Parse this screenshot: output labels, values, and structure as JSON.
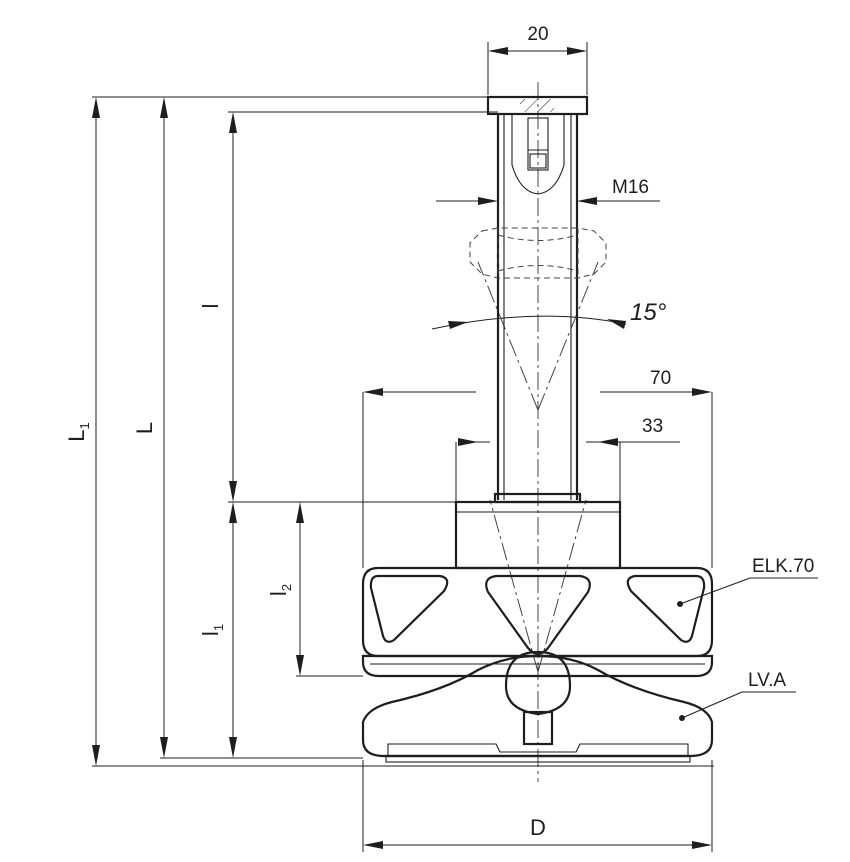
{
  "dimensions": {
    "top_width": "20",
    "thread": "M16",
    "angle": "15°",
    "width_70": "70",
    "width_33": "33",
    "diameter": "D",
    "l_main": "l",
    "L": "L",
    "L1": "L",
    "L1_sub": "1",
    "l1": "l",
    "l1_sub": "1",
    "l2": "l",
    "l2_sub": "2"
  },
  "callouts": {
    "knob": "ELK.70",
    "base": "LV.A"
  },
  "colors": {
    "line": "#1e1e1e",
    "background": "#ffffff"
  }
}
